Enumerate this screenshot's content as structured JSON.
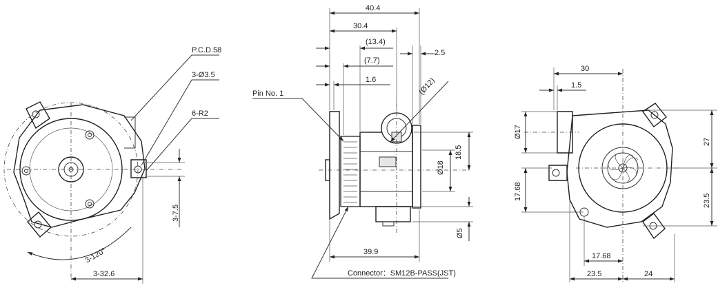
{
  "views": {
    "front": {
      "labels": {
        "pcd": "P.C.D.58",
        "holes": "3-Ø3.5",
        "radius": "6-R2",
        "dim_v": "3-7.5",
        "angle": "3-120°",
        "dim_bottom": "3-32.6"
      }
    },
    "side": {
      "labels": {
        "d40_4": "40.4",
        "d30_4": "30.4",
        "d13_4": "(13.4)",
        "d7_7": "(7.7)",
        "d2_5": "2.5",
        "d1_6": "1.6",
        "pin": "Pin No. 1",
        "d12": "(Ø12)",
        "d18_5": "18.5",
        "d18": "Ø18",
        "d5": "Ø5",
        "d39_9": "39.9",
        "connector": "Connector：SM12B-PASS(JST)"
      }
    },
    "rear": {
      "labels": {
        "d30": "30",
        "d1_5": "1.5",
        "d17": "Ø17",
        "d27": "27",
        "d17_68_v": "17.68",
        "d23_5_v": "23.5",
        "d17_68_h": "17.68",
        "d23_5_h": "23.5",
        "d24": "24"
      }
    }
  }
}
